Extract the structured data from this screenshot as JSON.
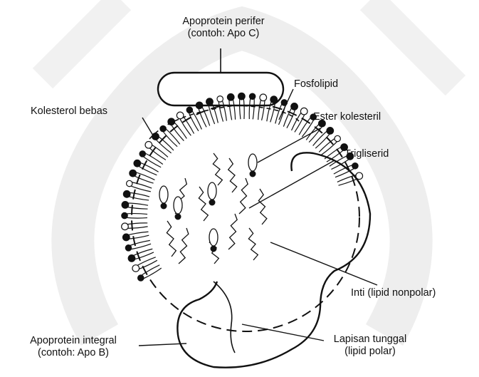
{
  "labels": {
    "apoprotein_perifer_line1": "Apoprotein perifer",
    "apoprotein_perifer_line2": "(contoh: Apo C)",
    "fosfolipid": "Fosfolipid",
    "kolesterol_bebas": "Kolesterol bebas",
    "ester_kolesteril": "Ester kolesteril",
    "trigliserid": "Trigliserid",
    "inti": "Inti (lipid nonpolar)",
    "apoprotein_integral_line1": "Apoprotein integral",
    "apoprotein_integral_line2": "(contoh: Apo B)",
    "lapisan_line1": "Lapisan tunggal",
    "lapisan_line2": "(lipid polar)"
  },
  "colors": {
    "ink": "#111111",
    "watermark": "#e9e9e9",
    "background": "#ffffff"
  }
}
